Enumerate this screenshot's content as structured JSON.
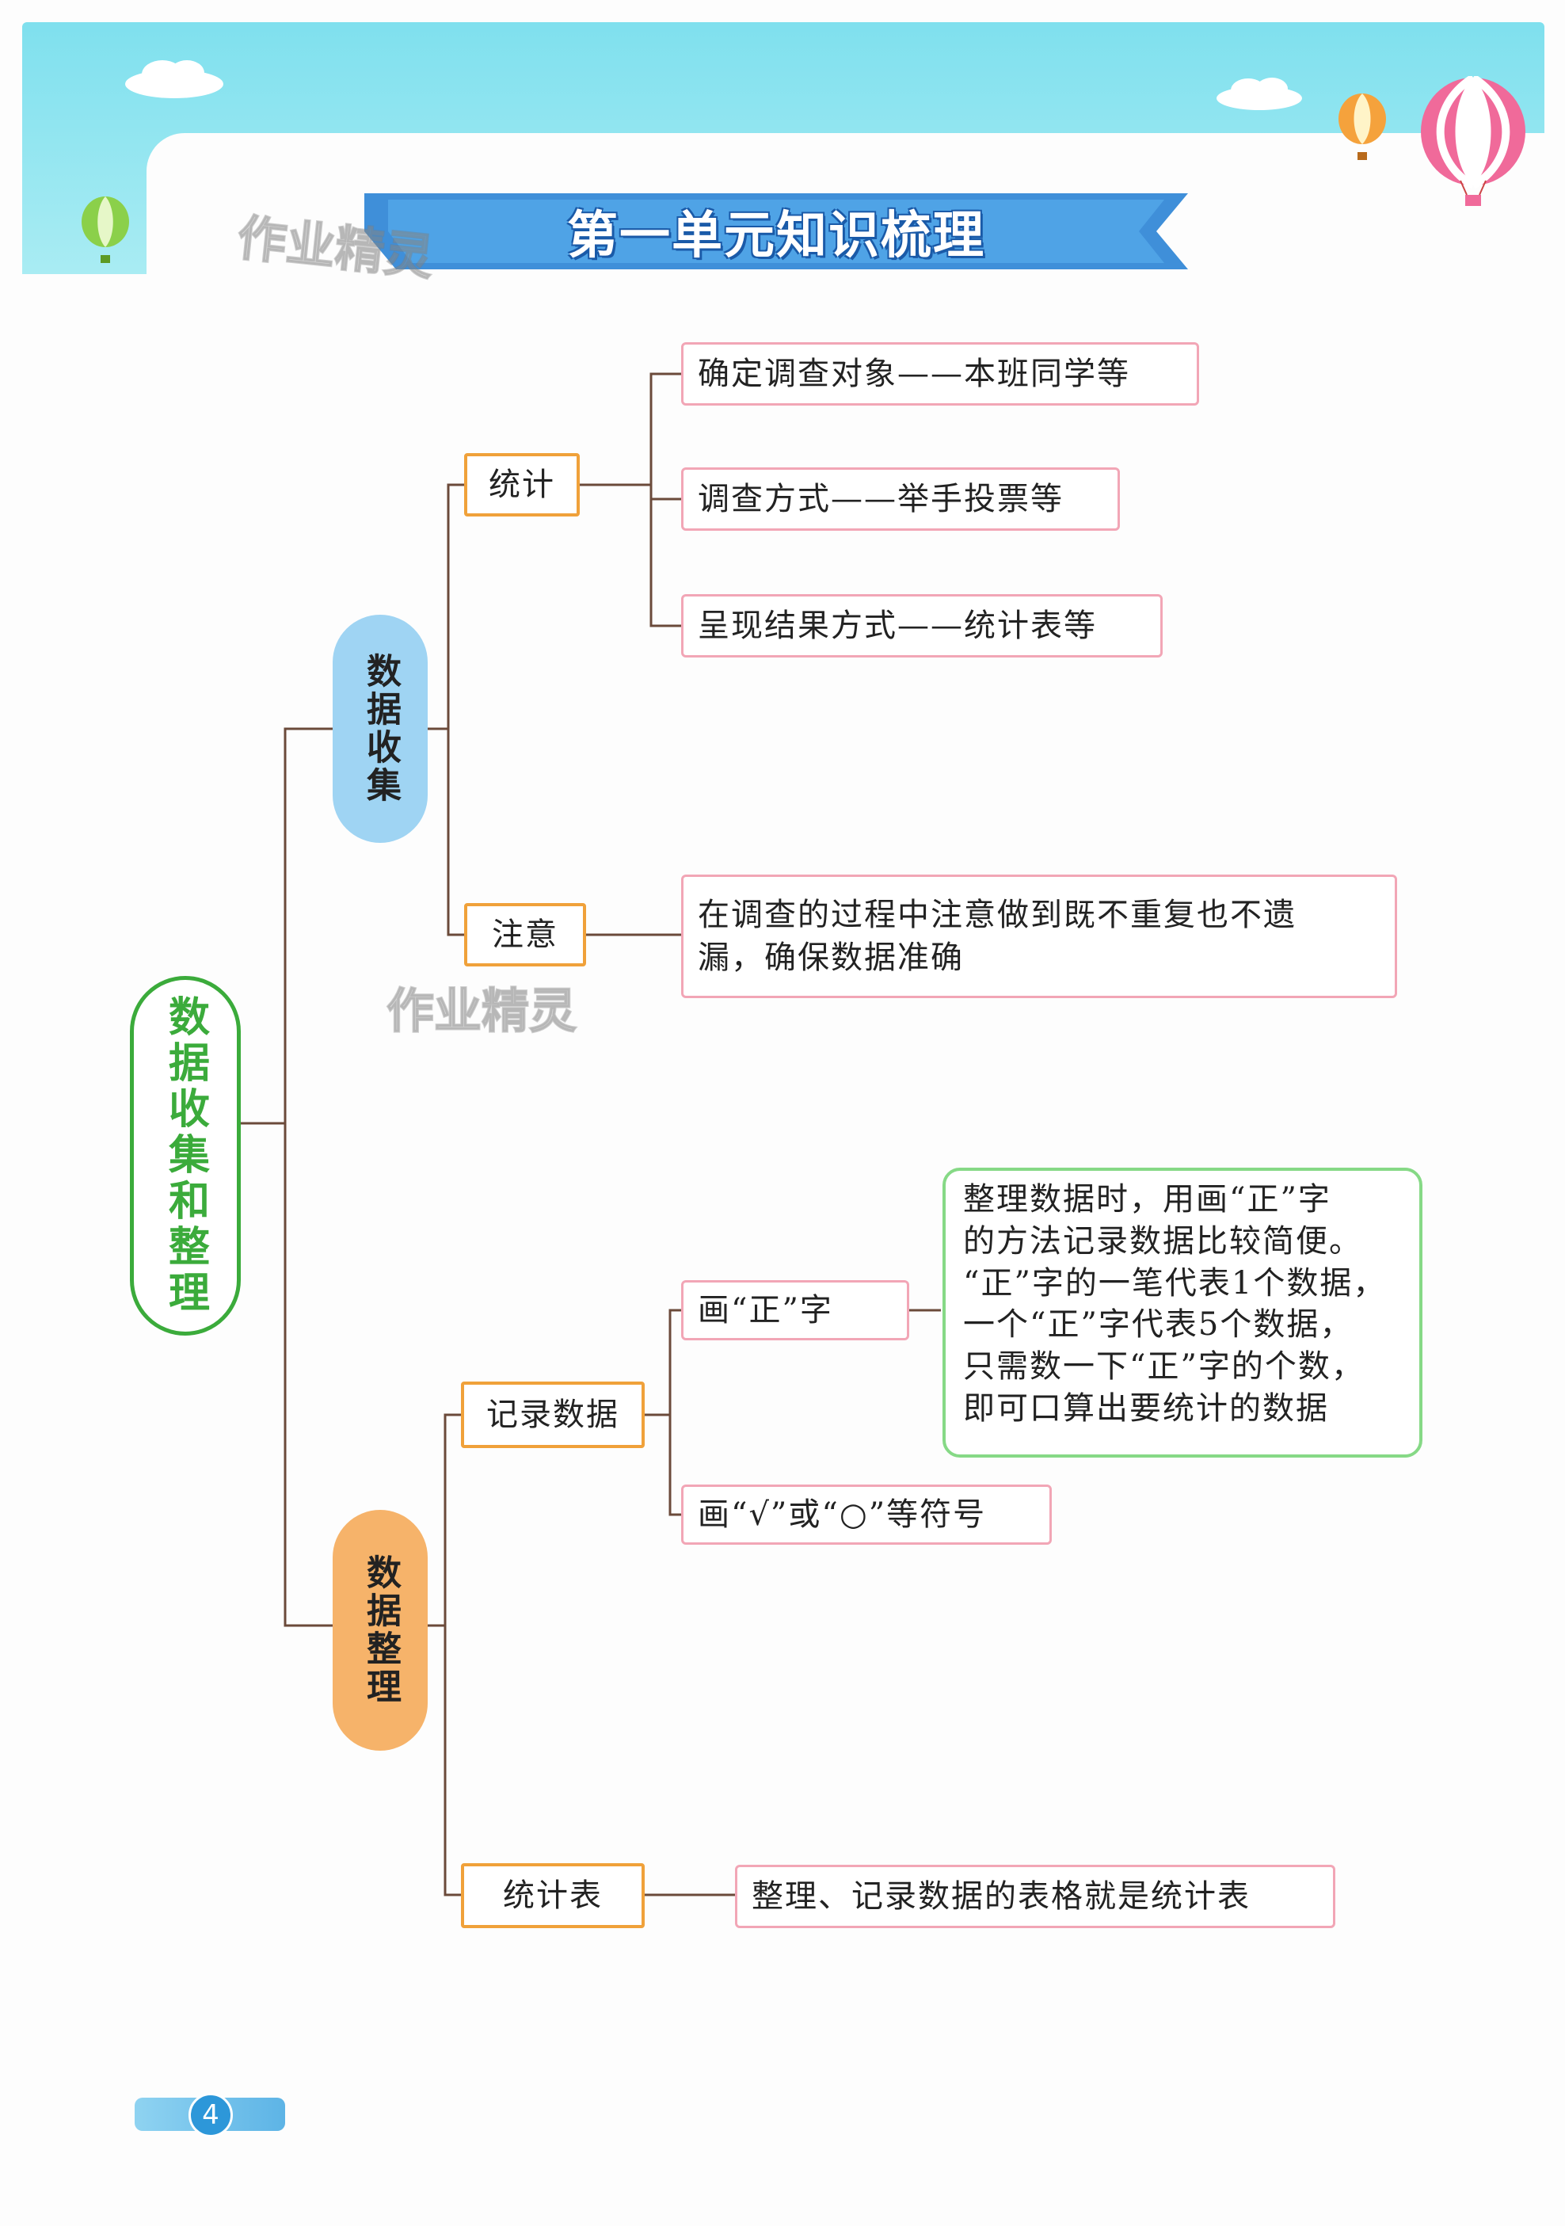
{
  "header": {
    "title": "第一单元知识梳理",
    "watermark": "作业精灵"
  },
  "root": {
    "label": "数据收集和整理"
  },
  "branches": {
    "collect": {
      "label": "数据收集",
      "stat": {
        "label": "统计",
        "items": [
          "确定调查对象——本班同学等",
          "调查方式——举手投票等",
          "呈现结果方式——统计表等"
        ]
      },
      "note": {
        "label": "注意",
        "lines": [
          "在调查的过程中注意做到既不重复也不遗",
          "漏，确保数据准确"
        ]
      }
    },
    "organize": {
      "label": "数据整理",
      "record": {
        "label": "记录数据",
        "zheng": {
          "label": "画“正”字",
          "explain": [
            "整理数据时，用画“正”字",
            "的方法记录数据比较简便。",
            "“正”字的一笔代表1个数据，",
            "一个“正”字代表5个数据，",
            "只需数一下“正”字的个数，",
            "即可口算出要统计的数据"
          ]
        },
        "symbol": {
          "label": "画“√”或“○”等符号"
        }
      },
      "table": {
        "label": "统计表",
        "desc": "整理、记录数据的表格就是统计表"
      }
    }
  },
  "page": {
    "number": "4"
  }
}
